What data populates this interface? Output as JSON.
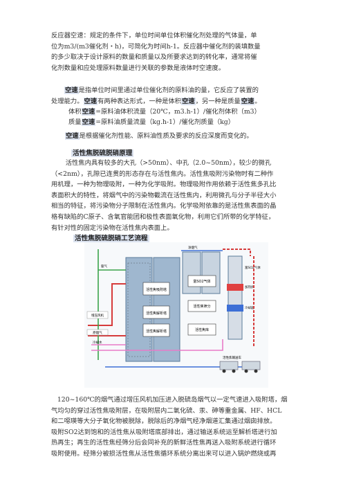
{
  "intro": {
    "line1": "反应器空速：规定的条件下，单位时间单位体积催化剂处理的气体量，单",
    "line2": "位为m3/(m3催化剂・h)，可简化为时间h-1。反应器中催化剂的装填数量",
    "line3": "的多少取决于设计原料的数量和质量以及所要求达到的转化率，通常将催",
    "line4": "化剂数量和应处理原料数量进行关联的参数是液体时空速度。"
  },
  "space_velocity": {
    "term": "空速",
    "def_a": "是指单位时间里通过单位催化剂的原料油的量，它反应了装置的",
    "def_b": "处理能力。",
    "def_c": "有两种表达形式，一种是体积",
    "def_d": "，另一种是质量",
    "def_e": "。",
    "formula1_a": "体积",
    "formula1_b": "=原料油体积流量（20℃，m3.h-1）/催化剂体积（m3）",
    "formula2_a": "质量",
    "formula2_b": "=原料油质量流量（kg.h-1）/催化剂质量（kg）",
    "closing": "是根据催化剂性能、原料油性质及要求的反应深度而变化的。"
  },
  "principle": {
    "heading": "活性焦脱硫脱硝原理",
    "l1": "活性焦内具有较多的大孔（>50nm）、中孔（2.0~50nm），较少的微孔",
    "l2": "（<2nm），孔隙已连贯的形态存在与活性焦内。活性焦吸附污染物时有二种作",
    "l3": "用机理，一种为物理吸附，一种为化学吸附。物理吸附作用依赖于活性焦多孔比",
    "l4": "表面积大的特性，将烟气中的污染物截流在活性焦内，利用微孔与分子半径大小",
    "l5": "相当的特征，将污染物分子限制在活性焦内。化学吸附依靠的是活性焦表面的晶",
    "l6": "格有缺陷的C原子、含氧官能团和极性表面氧化物，利用它们所带的化学特征，",
    "l7": "有针对性的固定污染物在活性焦内表面上。"
  },
  "process": {
    "heading": "活性焦脱硫脱硝工艺流程",
    "l1": "120~160℃的烟气通过增压风机加压进入脱硫岛烟气以一定气速进入吸附塔，烟",
    "l2": "气均匀的穿过活性焦吸附层，在吸附层内二氧化硫、汞、砷等重金属、HF、HCL",
    "l3": "和二噁瑛等大分子氧化物被脱除，脱除后的净烟气经净烟道汇集通过烟囱排放。",
    "l4": "吸附SO2达到饱和的活性焦从吸附塔底部排出，通过输送系统运至解析塔进行加",
    "l5": "热再生；再生的活性焦经筛分后会同补充的新鲜活性焦再送入吸附系统进行循环",
    "l6": "吸附使用。经筛分被损活性焦从活性焦循环系统分离出来可以进入锅炉燃烧或再"
  },
  "diagram": {
    "box1": "活性焦吸附塔",
    "box2": "活性焦解析塔",
    "box3": "活性焦解析塔",
    "box4": "富SO2气体",
    "box5": "活性焦筛分",
    "box6": "活性焦库",
    "right1": "富SO2气体",
    "right2": "加热炉",
    "right3": "冷却器",
    "label_fan": "增压风机",
    "label_flue": "原烟气",
    "label_ammonia": "氨气",
    "label_water": "冷却水",
    "label_out": "净烟气",
    "label_truck": "活性焦输送车"
  }
}
